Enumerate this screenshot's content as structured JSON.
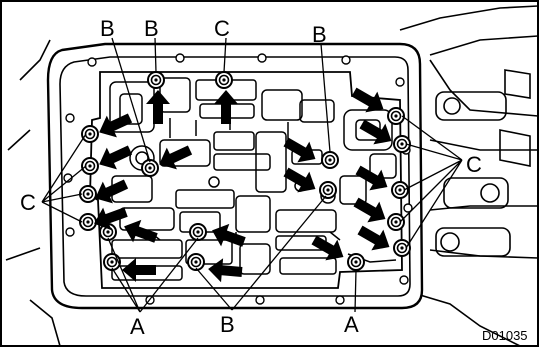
{
  "callouts": {
    "a": "A",
    "b": "B",
    "c": "C"
  },
  "figure_code": "D01035",
  "colors": {
    "ink": "#000000",
    "paper": "#ffffff"
  }
}
